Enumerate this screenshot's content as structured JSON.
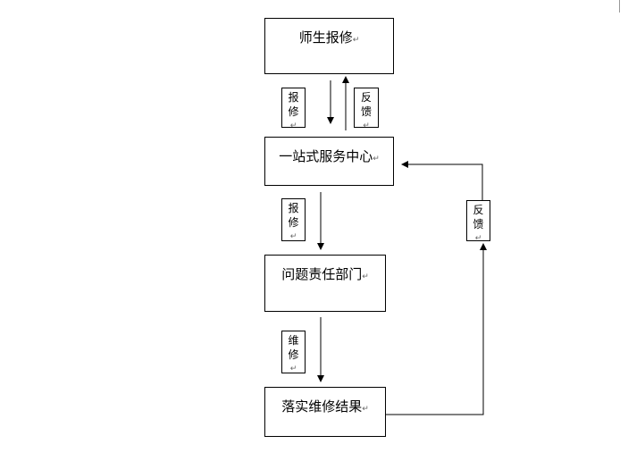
{
  "nodes": {
    "report": "师生报修",
    "center": "一站式服务中心",
    "dept": "问题责任部门",
    "result": "落实维修结果"
  },
  "tags": {
    "t1": [
      "报",
      "修"
    ],
    "t2": [
      "反",
      "馈"
    ],
    "t3": [
      "报",
      "修"
    ],
    "t4": [
      "维",
      "修"
    ],
    "t5": [
      "反",
      "馈"
    ]
  },
  "paragraph_mark": "↵"
}
